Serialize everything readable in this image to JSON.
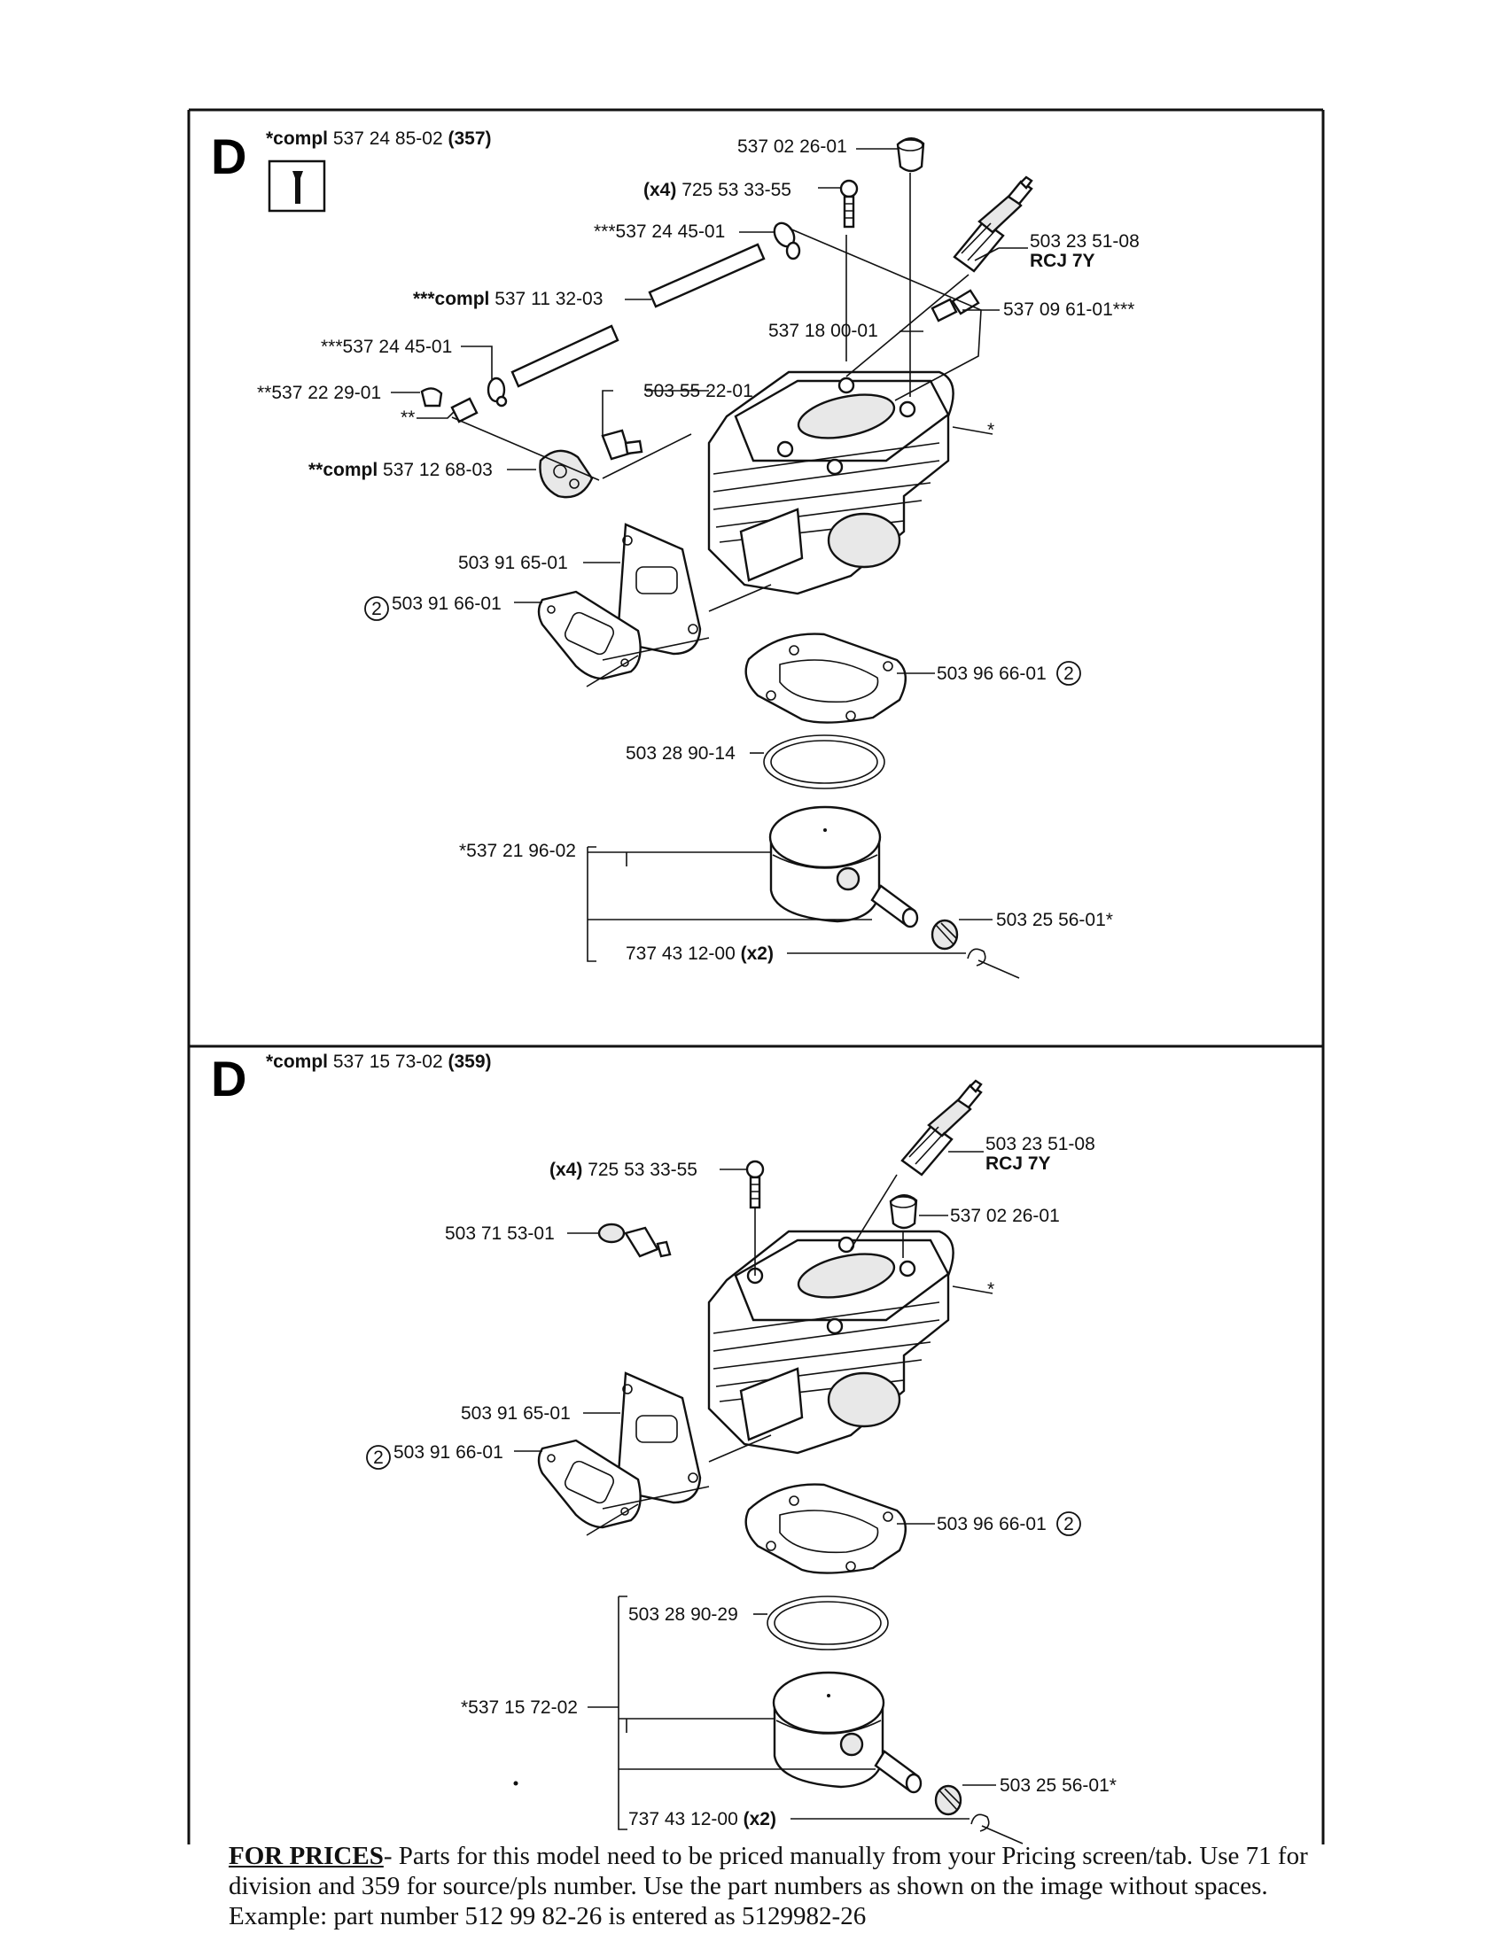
{
  "sections": [
    {
      "letter": "D",
      "compl_prefix": "*compl",
      "compl_number": "537 24 85-02",
      "compl_model": "(357)",
      "labels": {
        "cap": "537 02 26-01",
        "screws_qty": "(x4)",
        "screws": "725 53 33-55",
        "clip_top": "***537 24 45-01",
        "spark_plug": "503 23 51-08",
        "spark_plug_type": "RCJ 7Y",
        "hose_compl_prefix": "***compl",
        "hose_compl": "537 11 32-03",
        "right_sleeve": "537 09 61-01***",
        "sleeve_mid": "537 18 00-01",
        "clip_left": "***537 24 45-01",
        "plug_top": "503 55 22-01",
        "nipple": "**537 22 29-01",
        "nipple_sub": "**",
        "valve_compl_prefix": "**compl",
        "valve_compl": "537 12 68-03",
        "cylinder_mark": "*",
        "gasket_plate": "503 91 65-01",
        "gasket_small_num": "2",
        "gasket_small": "503 91 66-01",
        "base_gasket": "503 96 66-01",
        "base_gasket_num": "2",
        "piston_ring": "503 28 90-14",
        "piston": "*537 21 96-02",
        "needle_bearing": "503 25 56-01*",
        "circlip": "737 43 12-00",
        "circlip_qty": "(x2)"
      }
    },
    {
      "letter": "D",
      "compl_prefix": "*compl",
      "compl_number": "537 15 73-02",
      "compl_model": "(359)",
      "labels": {
        "spark_plug": "503 23 51-08",
        "spark_plug_type": "RCJ 7Y",
        "screws_qty": "(x4)",
        "screws": "725 53 33-55",
        "cap": "537 02 26-01",
        "valve": "503 71 53-01",
        "cylinder_mark": "*",
        "gasket_plate": "503 91 65-01",
        "gasket_small_num": "2",
        "gasket_small": "503 91 66-01",
        "base_gasket": "503 96 66-01",
        "base_gasket_num": "2",
        "piston_ring": "503 28 90-29",
        "piston": "*537 15 72-02",
        "needle_bearing": "503 25 56-01*",
        "circlip": "737 43 12-00",
        "circlip_qty": "(x2)"
      }
    }
  ],
  "footer": {
    "heading": "FOR PRICES",
    "text": "- Parts for this model need to be priced manually from your Pricing screen/tab. Use 71 for division and 359 for source/pls number.   Use the part numbers as shown on the image without spaces.  Example: part number 512 99 82-26 is entered as 5129982-26"
  }
}
